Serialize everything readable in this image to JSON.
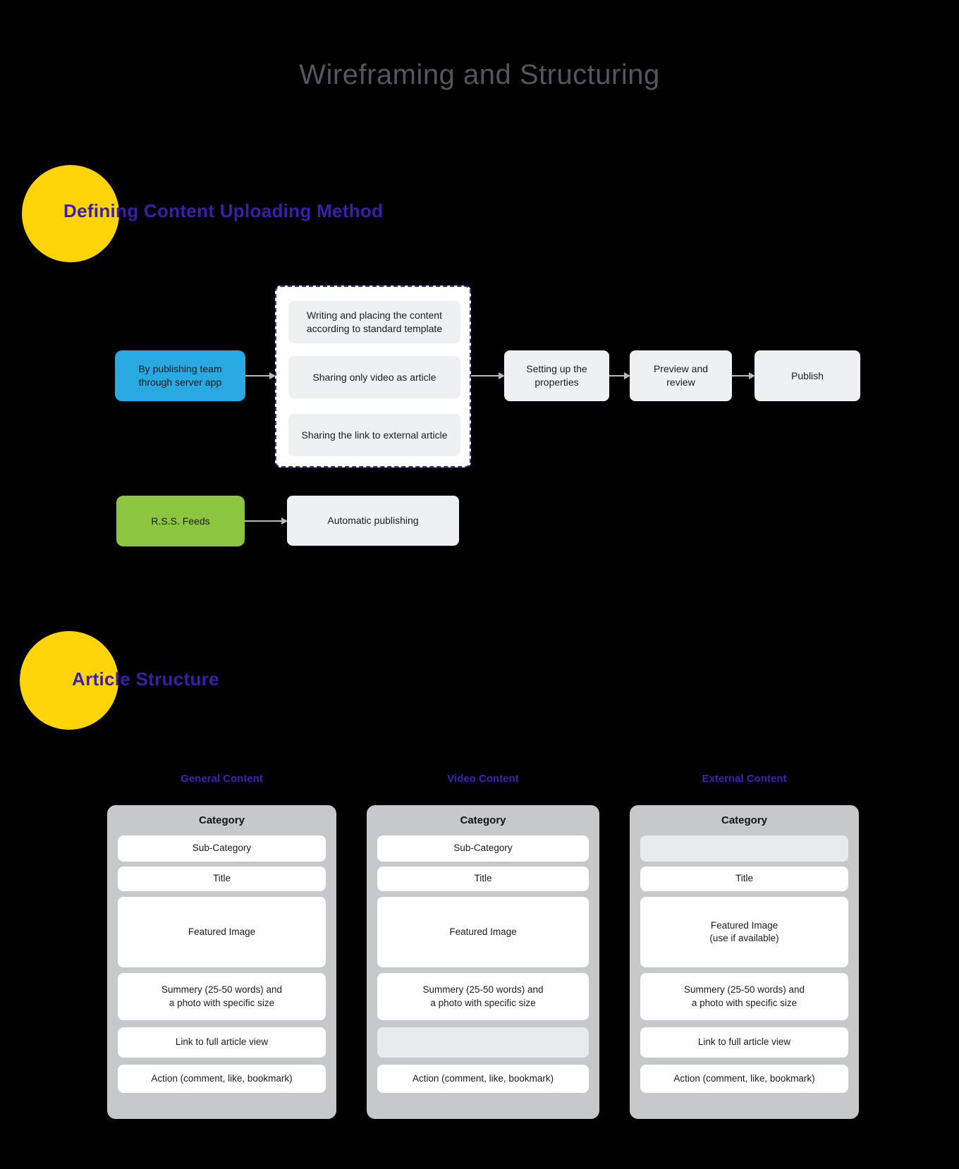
{
  "title": "Wireframing and Structuring",
  "sections": {
    "uploading": {
      "heading": "Defining Content Uploading Method"
    },
    "article": {
      "heading": "Article Structure"
    }
  },
  "flow": {
    "publisher_source": "By publishing team\nthrough server app",
    "options": [
      "Writing and placing the content\naccording to standard template",
      "Sharing only video as article",
      "Sharing the link to external article"
    ],
    "step_properties": "Setting up the\nproperties",
    "step_preview": "Preview and\nreview",
    "step_publish": "Publish",
    "rss_source": "R.S.S. Feeds",
    "rss_step": "Automatic publishing"
  },
  "article_structure": {
    "columns": [
      {
        "label": "General Content",
        "header": "Category",
        "rows": {
          "r1": "Sub-Category",
          "r2": "Title",
          "r3": "Featured Image",
          "r4": "Summery (25-50 words) and\na photo with specific size",
          "r5": "Link to full article view",
          "r6": "Action (comment, like, bookmark)"
        }
      },
      {
        "label": "Video Content",
        "header": "Category",
        "rows": {
          "r1": "Sub-Category",
          "r2": "Title",
          "r3": "Featured Image",
          "r4": "Summery (25-50 words) and\na photo with specific size",
          "r5": "",
          "r6": "Action (comment, like, bookmark)"
        }
      },
      {
        "label": "External Content",
        "header": "Category",
        "rows": {
          "r1": "",
          "r2": "Title",
          "r3": "Featured Image\n(use if available)",
          "r4": "Summery (25-50 words) and\na photo with specific size",
          "r5": "Link to full article view",
          "r6": "Action (comment, like, bookmark)"
        }
      }
    ]
  },
  "colors": {
    "background": "#000000",
    "title_gray": "#55565B",
    "heading_purple": "#3B1FA8",
    "accent_yellow": "#FFD408",
    "publisher_blue": "#29A9E1",
    "rss_green": "#8CC640",
    "panel_border_navy": "#2B3990",
    "flow_box_gray": "#EFF0F2",
    "card_gray": "#C7C8CA",
    "arrow_gray": "#B9BABC"
  }
}
